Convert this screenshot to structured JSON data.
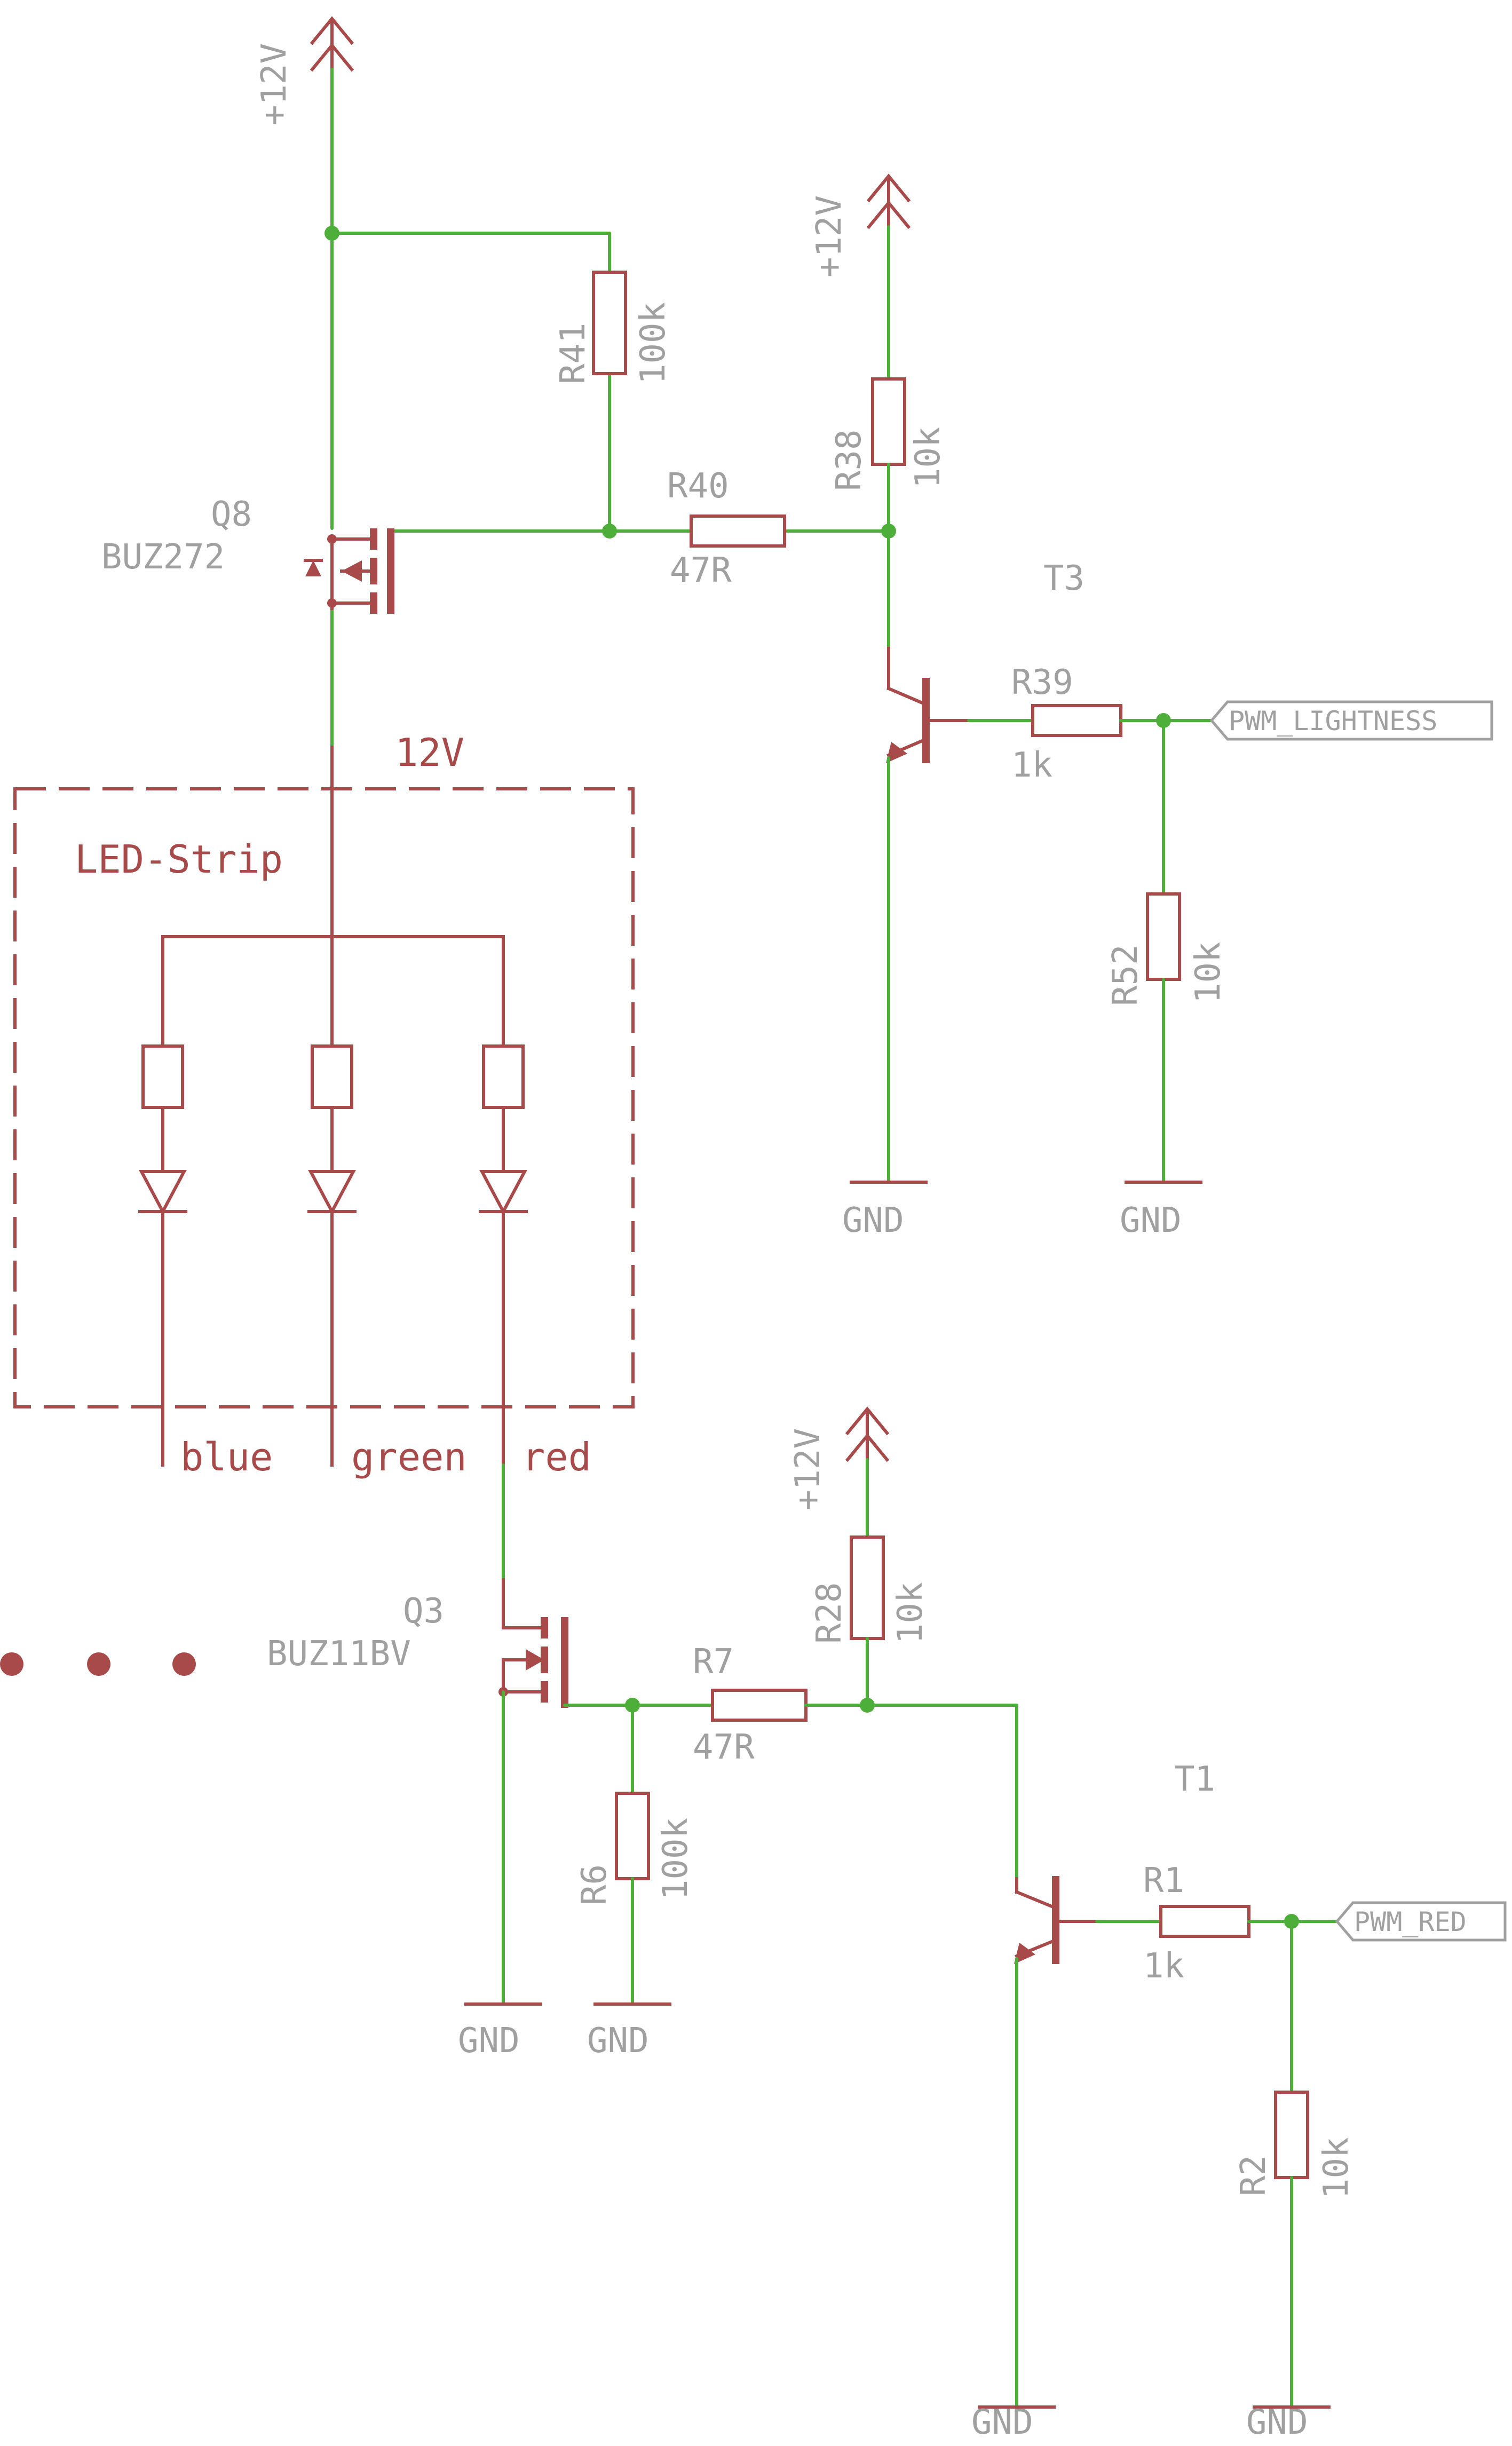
{
  "supply": {
    "label": "+12V"
  },
  "ground": {
    "label": "GND"
  },
  "upper": {
    "mosfet": {
      "name": "Q8",
      "value": "BUZ272"
    },
    "r41": {
      "name": "R41",
      "value": "100k"
    },
    "r40": {
      "name": "R40",
      "value": "47R"
    },
    "r38": {
      "name": "R38",
      "value": "10k"
    },
    "transistor": {
      "name": "T3"
    },
    "r39": {
      "name": "R39",
      "value": "1k"
    },
    "r52": {
      "name": "R52",
      "value": "10k"
    },
    "port": "PWM_LIGHTNESS"
  },
  "strip": {
    "title": "LED-Strip",
    "voltage": "12V",
    "channels": [
      "blue",
      "green",
      "red"
    ]
  },
  "lower": {
    "mosfet": {
      "name": "Q3",
      "value": "BUZ11BV"
    },
    "r6": {
      "name": "R6",
      "value": "100k"
    },
    "r7": {
      "name": "R7",
      "value": "47R"
    },
    "r28": {
      "name": "R28",
      "value": "10k"
    },
    "transistor": {
      "name": "T1"
    },
    "r1": {
      "name": "R1",
      "value": "1k"
    },
    "r2": {
      "name": "R2",
      "value": "10k"
    },
    "port": "PWM_RED"
  },
  "colors": {
    "wire": "#4dae3a",
    "component": "#a84a4a",
    "label": "#a0a0a0"
  }
}
